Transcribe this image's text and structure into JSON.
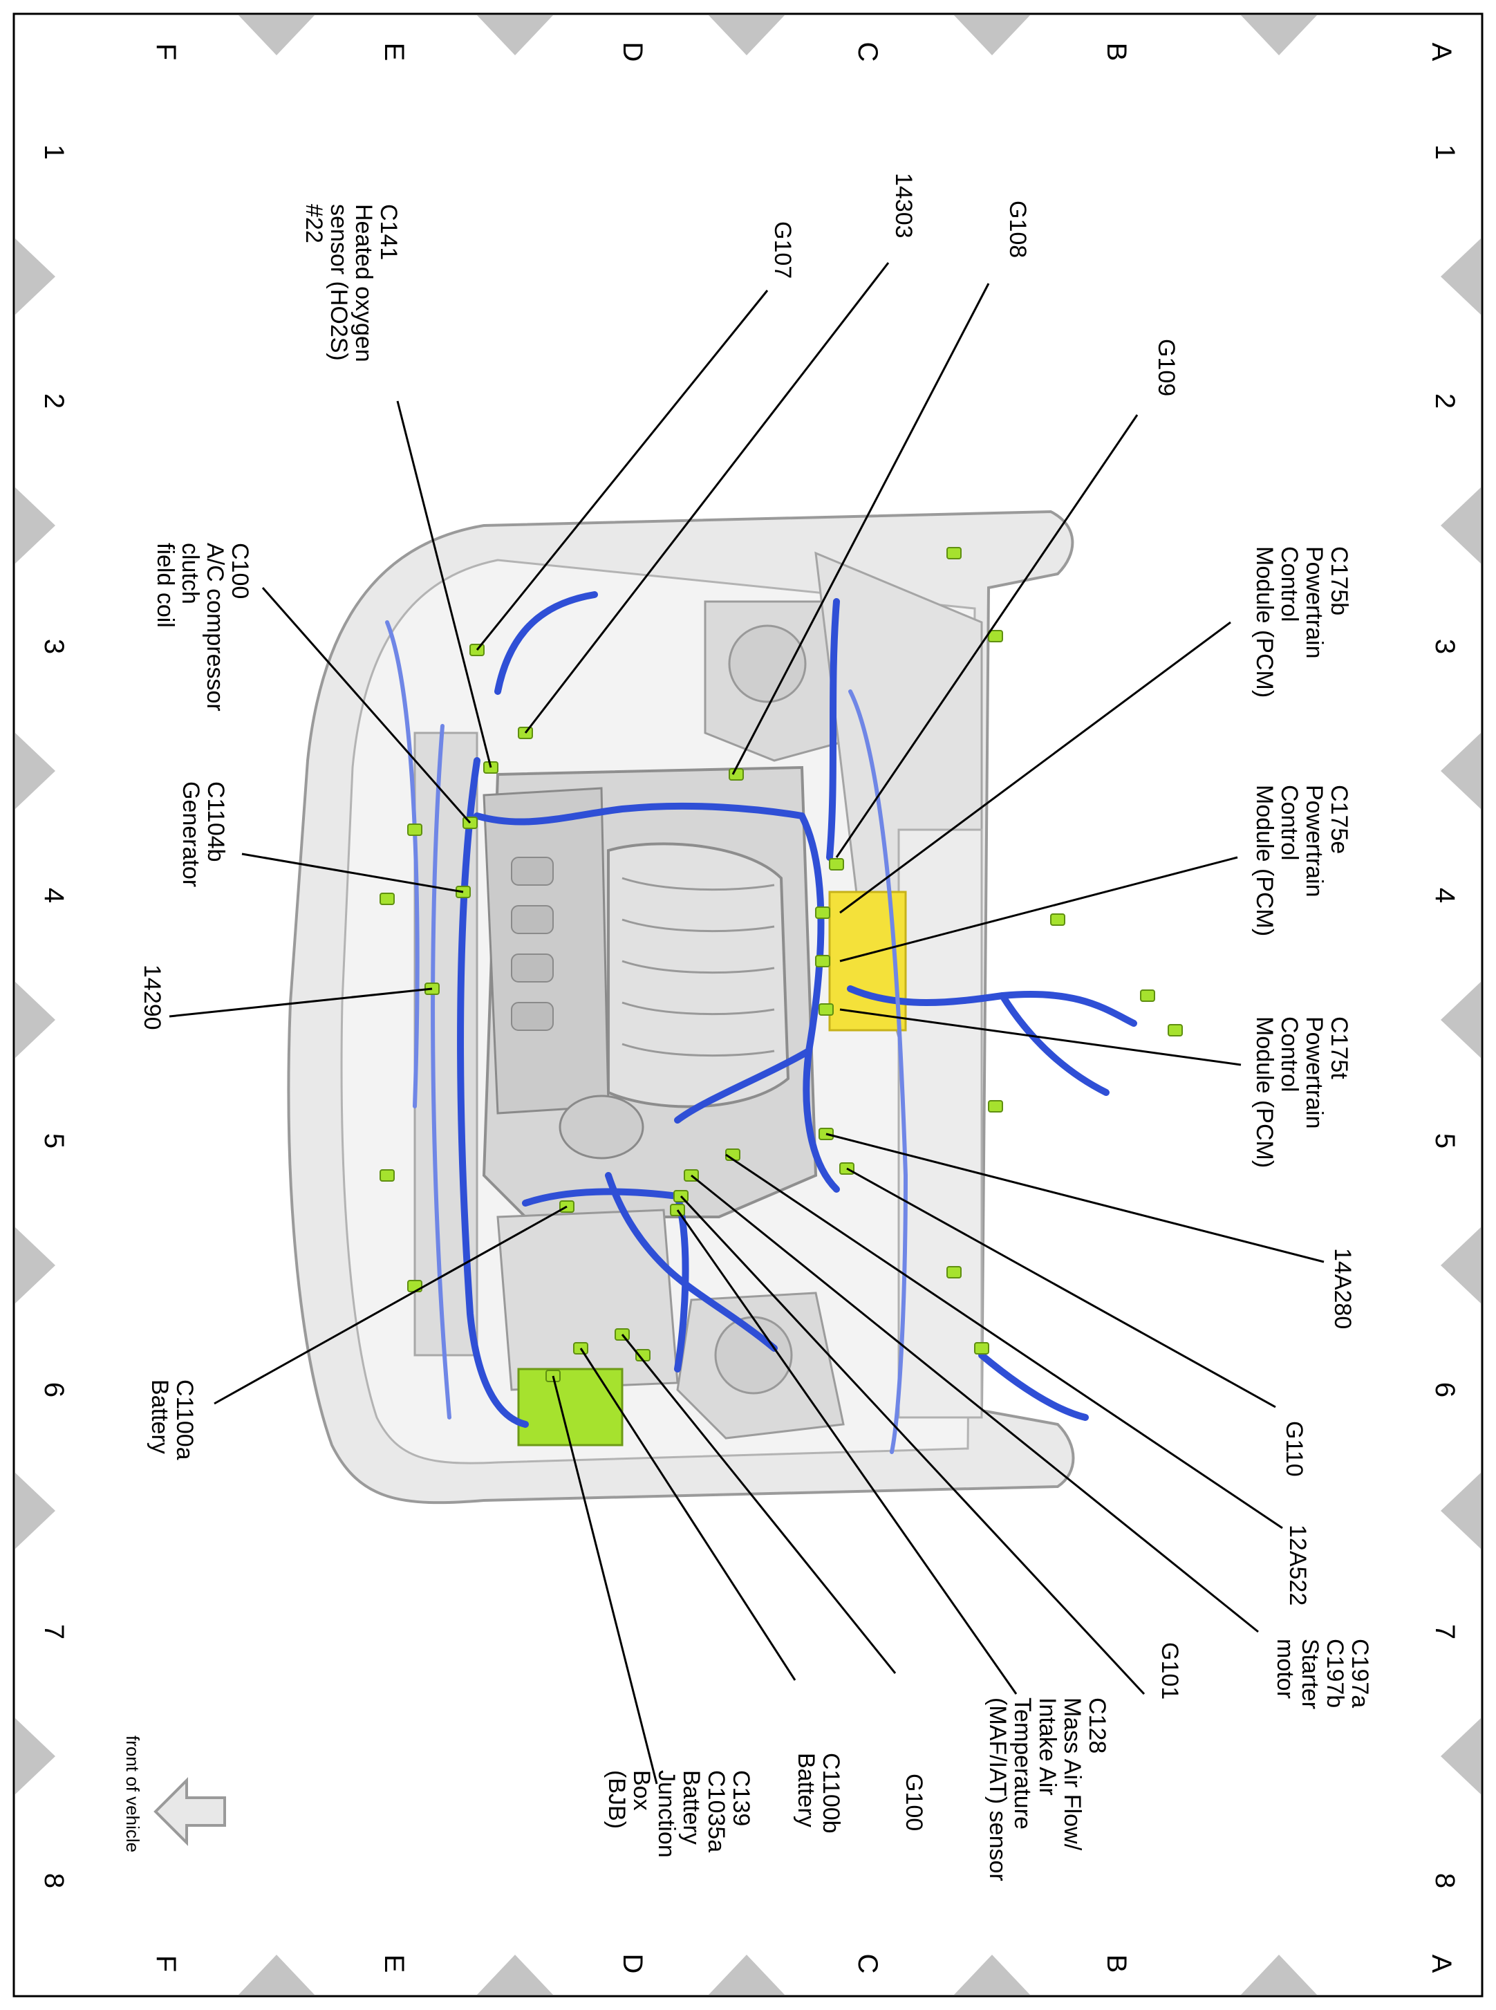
{
  "grid": {
    "rows": [
      "A",
      "B",
      "C",
      "D",
      "E",
      "F"
    ],
    "columns": [
      "1",
      "2",
      "3",
      "4",
      "5",
      "6",
      "7",
      "8"
    ]
  },
  "callouts": [
    {
      "id": "g109",
      "text": "G109"
    },
    {
      "id": "g108",
      "text": "G108"
    },
    {
      "id": "n14303",
      "text": "14303"
    },
    {
      "id": "g107",
      "text": "G107"
    },
    {
      "id": "c141",
      "text": "C141\nHeated oxygen\nsensor (HO2S)\n#22"
    },
    {
      "id": "c175b",
      "text": "C175b\nPowertrain\nControl\nModule (PCM)"
    },
    {
      "id": "c175e",
      "text": "C175e\nPowertrain\nControl\nModule (PCM)"
    },
    {
      "id": "c175t",
      "text": "C175t\nPowertrain\nControl\nModule (PCM)"
    },
    {
      "id": "n14a280",
      "text": "14A280"
    },
    {
      "id": "g110",
      "text": "G110"
    },
    {
      "id": "n12a522",
      "text": "12A522"
    },
    {
      "id": "c197",
      "text": "C197a\nC197b\nStarter\nmotor"
    },
    {
      "id": "g101",
      "text": "G101"
    },
    {
      "id": "c128",
      "text": "C128\nMass Air Flow/\nIntake Air\nTemperature\n(MAF/IAT) sensor"
    },
    {
      "id": "g100",
      "text": "G100"
    },
    {
      "id": "c1100b",
      "text": "C1100b\nBattery"
    },
    {
      "id": "c139",
      "text": "C139\nC1035a\nBattery\nJunction\nBox\n(BJB)"
    },
    {
      "id": "c100",
      "text": "C100\nA/C compressor\nclutch\nfield coil"
    },
    {
      "id": "c1104b",
      "text": "C1104b\nGenerator"
    },
    {
      "id": "n14290",
      "text": "14290"
    },
    {
      "id": "c1100a",
      "text": "C1100a\nBattery"
    }
  ],
  "front_of_vehicle": "front of vehicle",
  "colors": {
    "harness_blue": "#2f4fd6",
    "connector_green": "#a6e22e",
    "pcm_yellow": "#f4e13a",
    "grid_gray": "#c4c4c4",
    "body_gray": "#e6e6e6"
  }
}
